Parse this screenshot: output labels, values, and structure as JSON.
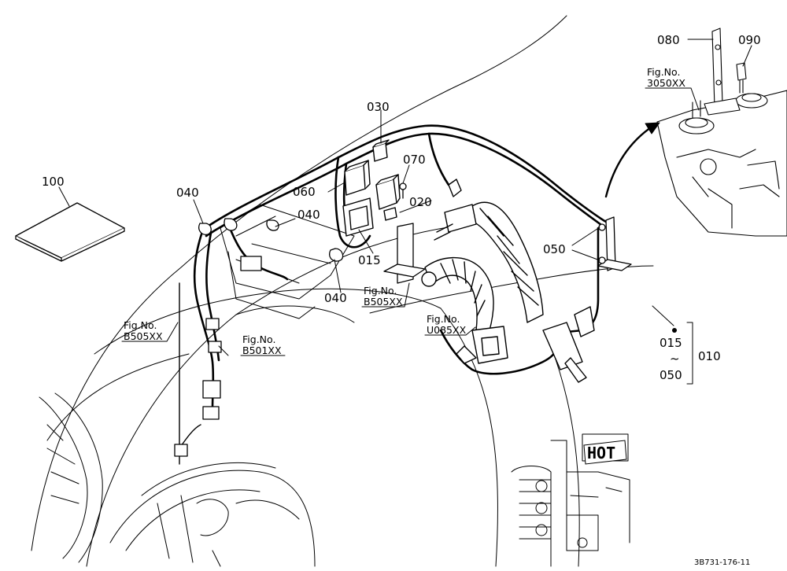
{
  "parts": {
    "p100": "100",
    "p040a": "040",
    "p040b": "040",
    "p040c": "040",
    "p030": "030",
    "p060": "060",
    "p070": "070",
    "p020": "020",
    "p015": "015",
    "p050": "050",
    "p080": "080",
    "p090": "090"
  },
  "fig_refs": {
    "fig_label": "Fig.No.",
    "ref_3050": "3050XX",
    "ref_b505_left": "B505XX",
    "ref_b501": "B501XX",
    "ref_b505_center": "B505XX",
    "ref_u085": "U085XX"
  },
  "range": {
    "start": "015",
    "tilde": "~",
    "end": "050",
    "assembly": "010"
  },
  "stamp": "HOT",
  "drawing_id": "3B731-176-11"
}
